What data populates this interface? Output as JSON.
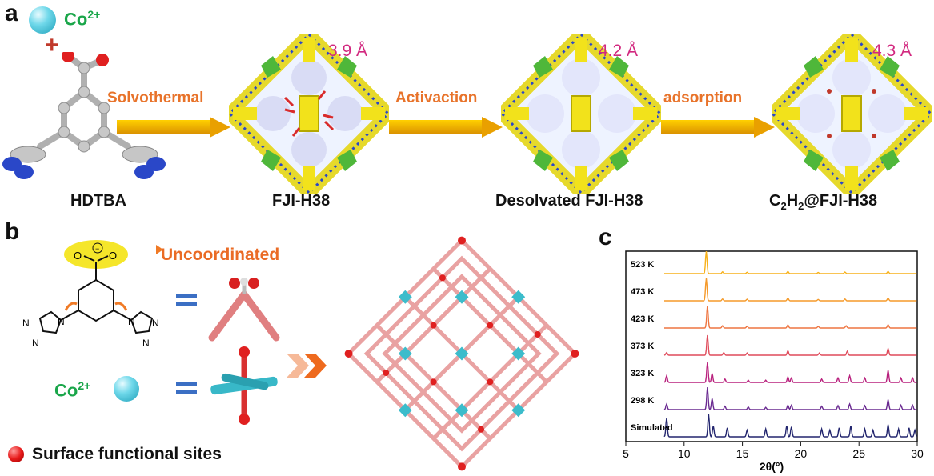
{
  "panel_a": {
    "letter": "a",
    "ion_label": "Co",
    "ion_charge": "2+",
    "plus_sign": "+",
    "steps": [
      "Solvothermal",
      "Activaction",
      "adsorption"
    ],
    "compounds": [
      "HDTBA",
      "FJI-H38",
      "Desolvated FJI-H38",
      "C2H2@FJI-H38"
    ],
    "pore_sizes": [
      "3.9 Å",
      "4.2 Å",
      "4.3 Å"
    ]
  },
  "panel_b": {
    "letter": "b",
    "uncoordinated_label": "Uncoordinated",
    "ion_label": "Co",
    "ion_charge": "2+",
    "legend_label": "Surface functional sites"
  },
  "panel_c": {
    "letter": "c"
  },
  "chart_data": {
    "type": "line",
    "title": "",
    "xlabel": "2θ(°)",
    "ylabel": "",
    "xlim": [
      5,
      30
    ],
    "xticks": [
      5,
      10,
      15,
      20,
      25,
      30
    ],
    "grid": false,
    "series": [
      {
        "name": "523 K",
        "color": "#f7b11b",
        "peaks": [
          [
            11.9,
            1.0
          ],
          [
            13.3,
            0.08
          ],
          [
            15.4,
            0.06
          ],
          [
            18.9,
            0.1
          ],
          [
            21.5,
            0.05
          ],
          [
            23.8,
            0.07
          ],
          [
            27.5,
            0.1
          ]
        ]
      },
      {
        "name": "473 K",
        "color": "#f59a2a",
        "peaks": [
          [
            11.9,
            1.0
          ],
          [
            13.3,
            0.08
          ],
          [
            15.4,
            0.07
          ],
          [
            18.9,
            0.12
          ],
          [
            21.5,
            0.06
          ],
          [
            23.8,
            0.08
          ],
          [
            27.5,
            0.12
          ]
        ]
      },
      {
        "name": "423 K",
        "color": "#ee7540",
        "peaks": [
          [
            12.0,
            1.0
          ],
          [
            13.3,
            0.1
          ],
          [
            15.4,
            0.08
          ],
          [
            18.9,
            0.14
          ],
          [
            21.5,
            0.07
          ],
          [
            23.9,
            0.1
          ],
          [
            27.5,
            0.15
          ]
        ]
      },
      {
        "name": "373 K",
        "color": "#df4a5a",
        "peaks": [
          [
            8.5,
            0.12
          ],
          [
            12.0,
            0.9
          ],
          [
            13.4,
            0.12
          ],
          [
            15.4,
            0.1
          ],
          [
            18.9,
            0.2
          ],
          [
            21.6,
            0.1
          ],
          [
            24.0,
            0.18
          ],
          [
            27.5,
            0.3
          ]
        ]
      },
      {
        "name": "323 K",
        "color": "#b8207d",
        "peaks": [
          [
            8.5,
            0.3
          ],
          [
            12.0,
            0.9
          ],
          [
            12.4,
            0.4
          ],
          [
            13.5,
            0.15
          ],
          [
            15.5,
            0.1
          ],
          [
            17.0,
            0.1
          ],
          [
            18.9,
            0.25
          ],
          [
            19.2,
            0.2
          ],
          [
            21.8,
            0.15
          ],
          [
            23.2,
            0.2
          ],
          [
            24.2,
            0.3
          ],
          [
            25.5,
            0.2
          ],
          [
            27.5,
            0.55
          ],
          [
            28.6,
            0.2
          ],
          [
            29.6,
            0.2
          ]
        ]
      },
      {
        "name": "298 K",
        "color": "#6a2a91",
        "peaks": [
          [
            8.5,
            0.25
          ],
          [
            12.0,
            1.0
          ],
          [
            12.4,
            0.5
          ],
          [
            13.5,
            0.15
          ],
          [
            15.5,
            0.12
          ],
          [
            17.0,
            0.1
          ],
          [
            18.9,
            0.2
          ],
          [
            19.2,
            0.2
          ],
          [
            21.8,
            0.15
          ],
          [
            23.2,
            0.18
          ],
          [
            24.2,
            0.25
          ],
          [
            25.5,
            0.18
          ],
          [
            27.5,
            0.45
          ],
          [
            28.6,
            0.2
          ],
          [
            29.6,
            0.2
          ]
        ]
      },
      {
        "name": "Simulated",
        "color": "#22256e",
        "peaks": [
          [
            8.5,
            0.85
          ],
          [
            12.1,
            1.0
          ],
          [
            12.5,
            0.5
          ],
          [
            13.7,
            0.4
          ],
          [
            15.4,
            0.3
          ],
          [
            17.0,
            0.35
          ],
          [
            18.8,
            0.5
          ],
          [
            19.2,
            0.45
          ],
          [
            21.8,
            0.35
          ],
          [
            22.5,
            0.3
          ],
          [
            23.3,
            0.4
          ],
          [
            24.3,
            0.5
          ],
          [
            25.5,
            0.35
          ],
          [
            26.2,
            0.3
          ],
          [
            27.5,
            0.55
          ],
          [
            28.4,
            0.35
          ],
          [
            29.3,
            0.4
          ],
          [
            29.8,
            0.3
          ]
        ]
      }
    ]
  }
}
